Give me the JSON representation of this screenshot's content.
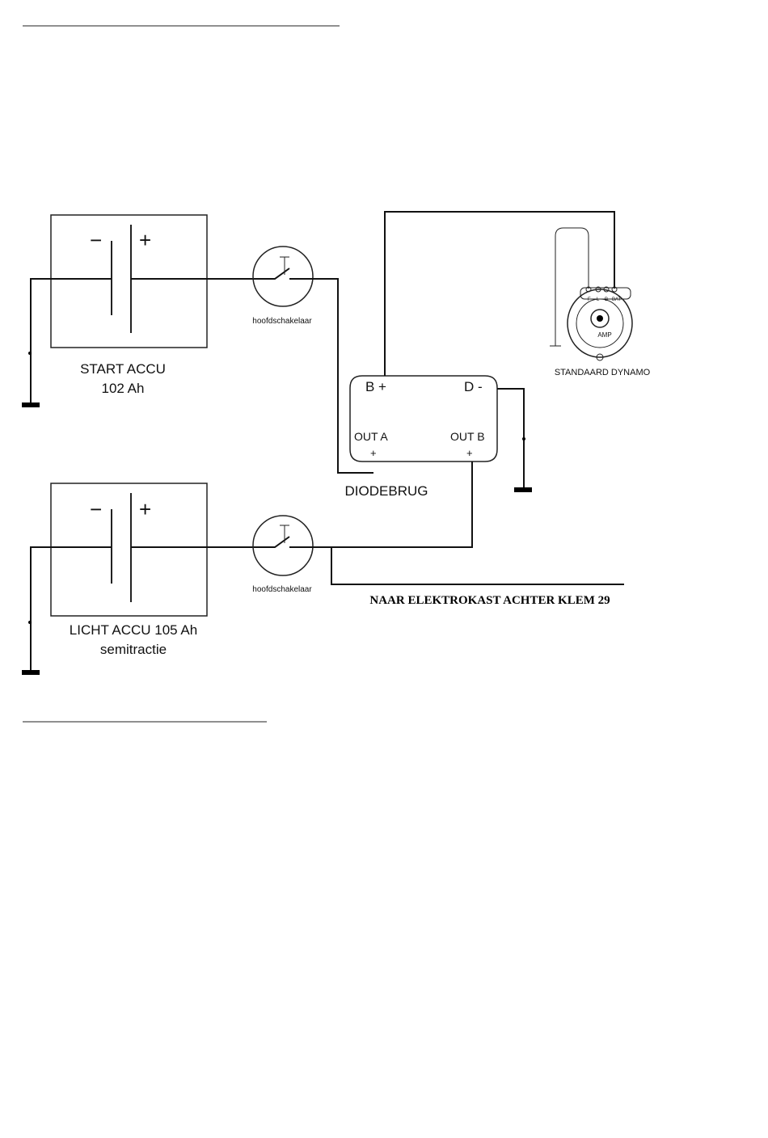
{
  "batteries": [
    {
      "minus": "−",
      "plus": "+",
      "label_line1": "START ACCU",
      "label_line2": "102 Ah"
    },
    {
      "minus": "−",
      "plus": "+",
      "label_line1": "LICHT ACCU 105 Ah",
      "label_line2": "semitractie"
    }
  ],
  "switches": [
    {
      "label": "hoofdschakelaar"
    },
    {
      "label": "hoofdschakelaar"
    }
  ],
  "diode_bridge": {
    "label": "DIODEBRUG",
    "b_plus": "B +",
    "d_minus": "D -",
    "out_a": "OUT A",
    "out_b": "OUT  B",
    "out_a_sign": "+",
    "out_b_sign": "+"
  },
  "dynamo": {
    "label": "STANDAARD  DYNAMO",
    "terminals": [
      "F",
      "L",
      "B",
      "BAT"
    ],
    "amp": "AMP"
  },
  "feed_label": "NAAR ELEKTROKAST ACHTER KLEM 29"
}
